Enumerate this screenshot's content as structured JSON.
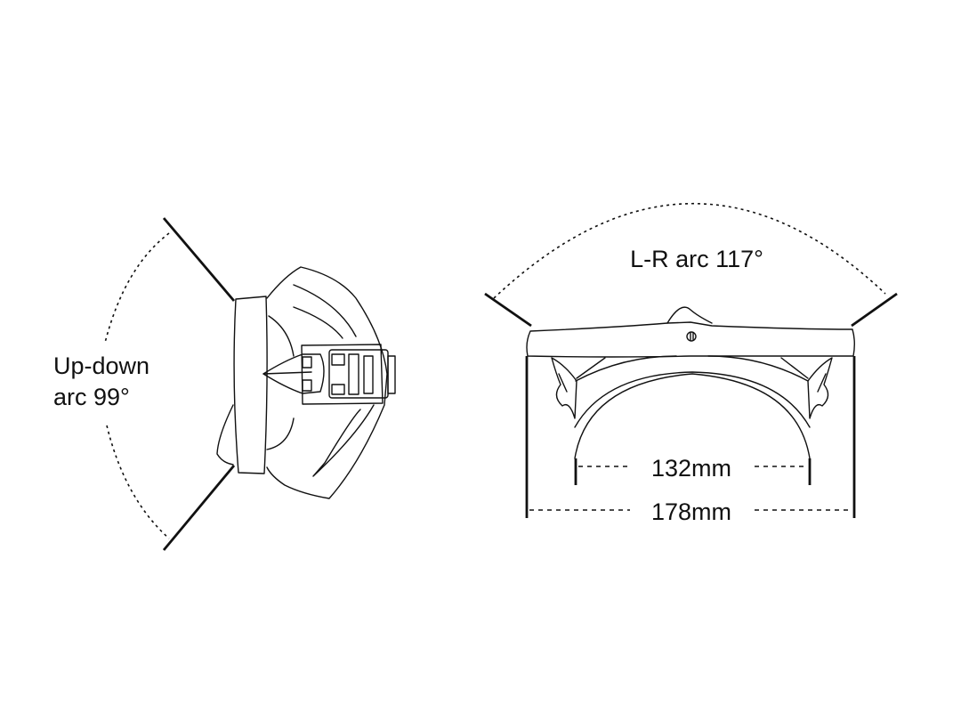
{
  "side_view": {
    "label_line1": "Up-down",
    "label_line2": "arc 99°"
  },
  "front_view": {
    "arc_label": "L-R arc 117°",
    "inner_width": "132mm",
    "outer_width": "178mm"
  }
}
